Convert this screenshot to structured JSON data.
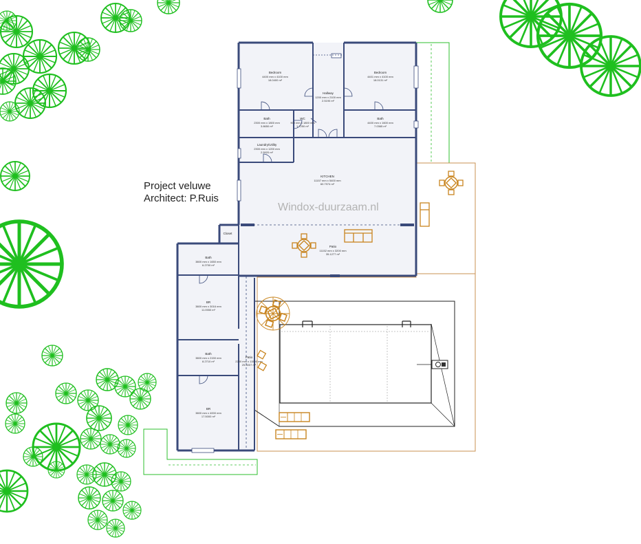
{
  "project": {
    "name_line": "Project veluwe",
    "architect_line": "Architect: P.Ruis"
  },
  "watermark": "Windox-duurzaam.nl",
  "colors": {
    "wall": "#3a4a7a",
    "floor": "#f2f3f8",
    "tree": "#1fbf1f",
    "furniture": "#c8841e",
    "terrace_outline": "#c89050",
    "boundary": "#2dbf2d"
  },
  "rooms": {
    "bedroom1": {
      "name": "Bedroom",
      "dims": "4400 mm x 4100 mm",
      "area": "18.0400 m²"
    },
    "bedroom2": {
      "name": "Bedroom",
      "dims": "4401 mm x 4100 mm",
      "area": "18.0131 m²"
    },
    "hallway": {
      "name": "Hallway",
      "dims": "1200 mm x 2100 mm",
      "area": "2.5190 m²"
    },
    "bath1": {
      "name": "Bath",
      "dims": "2300 mm x 1800 mm",
      "area": "3.8650 m²"
    },
    "wc": {
      "name": "WC",
      "dims": "900 mm x 1800 mm",
      "area": "1.7250 m²"
    },
    "bath2": {
      "name": "Bath",
      "dims": "4400 mm x 1600 mm",
      "area": "7.0365 m²"
    },
    "laundry": {
      "name": "Laundry/Utility",
      "dims": "2300 mm x 1200 mm",
      "area": "2.5920 m²"
    },
    "kitchen": {
      "name": "KITCHEN",
      "dims": "11157 mm x 5400 mm",
      "area": "60.7974 m²"
    },
    "closet": {
      "name": "Closet",
      "dims": "",
      "area": ""
    },
    "patio": {
      "name": "Patio",
      "dims": "11152 mm x 3200 mm",
      "area": "35.1277 m²"
    },
    "bath3": {
      "name": "Bath",
      "dims": "3800 mm x 1650 mm",
      "area": "6.2700 m²"
    },
    "bedroom3": {
      "name": "BR",
      "dims": "3800 mm x 3016 mm",
      "area": "11.0550 m²"
    },
    "bath4": {
      "name": "Bath",
      "dims": "3800 mm x 2150 mm",
      "area": "8.2710 m²"
    },
    "bedroom4": {
      "name": "BR",
      "dims": "3800 mm x 4000 mm",
      "area": "17.5000 m²"
    },
    "side_patio": {
      "name": "Patio",
      "dims": "2200 mm x 11500 mm",
      "area": "25.3007 m²"
    }
  }
}
